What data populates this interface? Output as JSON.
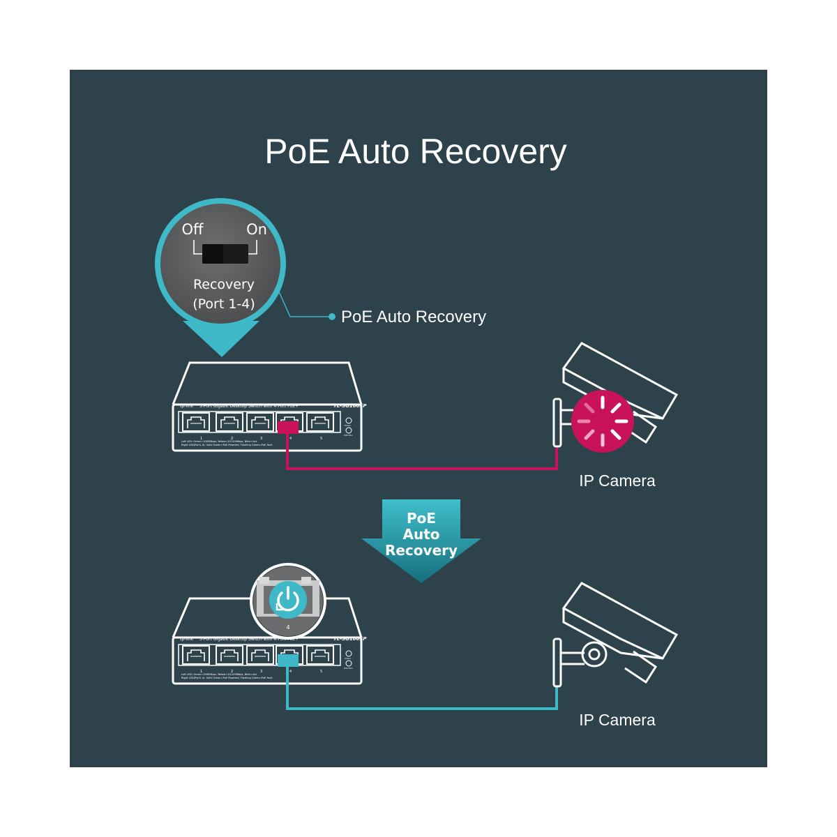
{
  "title": "PoE Auto Recovery",
  "callout": {
    "off_label": "Off",
    "on_label": "On",
    "switch_label_line1": "Recovery",
    "switch_label_line2": "(Port 1-4)",
    "annotation": "PoE Auto Recovery"
  },
  "switch_device": {
    "brand": "tp-link",
    "description": "5-Port Gigabit Desktop Switch with 4-Port PoE+",
    "model": "TL-SG1005P",
    "port_numbers": [
      "1",
      "2",
      "3",
      "4",
      "5"
    ],
    "led_label_1": "Power",
    "led_label_2": "PoE Max",
    "legend_line1": "Left LED:   Green=1000Mbps, Yellow=10/100Mbps, Blink=Act",
    "legend_line2": "Right LED(Port1-4):   Solid Green=PoE Powered, Flashing Green=PoE fault"
  },
  "zoom_port_number": "4",
  "camera_label": "IP Camera",
  "arrow_label": {
    "line1": "PoE",
    "line2": "Auto",
    "line3": "Recovery"
  },
  "colors": {
    "background": "#2d424b",
    "fault": "#c8135a",
    "recovered": "#3fb8c7",
    "line": "#ffffff"
  },
  "icons": {
    "fault": "loading-spinner-icon",
    "recovery": "power-restart-icon"
  }
}
